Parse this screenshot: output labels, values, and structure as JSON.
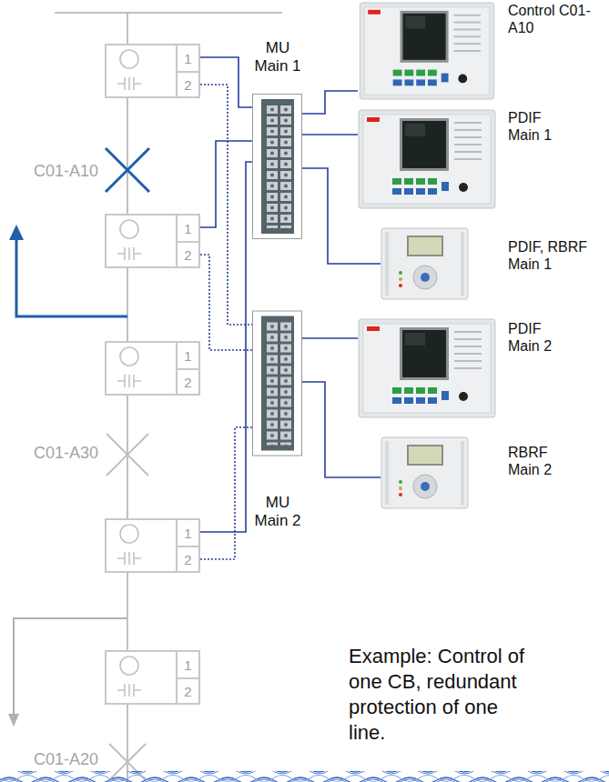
{
  "diagram": {
    "caption": "Example: Control of one CB, redundant protection of one line.",
    "nodes": [
      {
        "text": [
          "1",
          "2"
        ]
      },
      {
        "text": [
          "1",
          "2"
        ]
      },
      {
        "text": [
          "1",
          "2"
        ]
      },
      {
        "text": [
          "1",
          "2"
        ]
      },
      {
        "text": [
          "1",
          "2"
        ]
      },
      {
        "text": [
          "MU Main 1"
        ]
      },
      {
        "text": [
          "MU Main 2"
        ]
      },
      {
        "text": [
          "Control C01-A10"
        ]
      },
      {
        "text": [
          "PDIF Main 1"
        ]
      },
      {
        "text": [
          "PDIF, RBRF Main 1"
        ]
      },
      {
        "text": [
          "PDIF Main 2"
        ]
      },
      {
        "text": [
          "RBRF Main 2"
        ]
      }
    ],
    "edges": [
      {
        "from": 0,
        "to": 5,
        "arrow": "none"
      },
      {
        "from": 1,
        "to": 5,
        "arrow": "none"
      },
      {
        "from": 3,
        "to": 5,
        "arrow": "none"
      },
      {
        "from": 0,
        "to": 6,
        "arrow": "none"
      },
      {
        "from": 1,
        "to": 6,
        "arrow": "none"
      },
      {
        "from": 3,
        "to": 6,
        "arrow": "none"
      },
      {
        "from": 5,
        "to": 7,
        "arrow": "none"
      },
      {
        "from": 5,
        "to": 8,
        "arrow": "none"
      },
      {
        "from": 5,
        "to": 9,
        "arrow": "none"
      },
      {
        "from": 6,
        "to": 10,
        "arrow": "none"
      },
      {
        "from": 6,
        "to": 11,
        "arrow": "none"
      }
    ],
    "labels": [
      "C01-A10",
      "C01-A30",
      "C01-A20"
    ]
  }
}
